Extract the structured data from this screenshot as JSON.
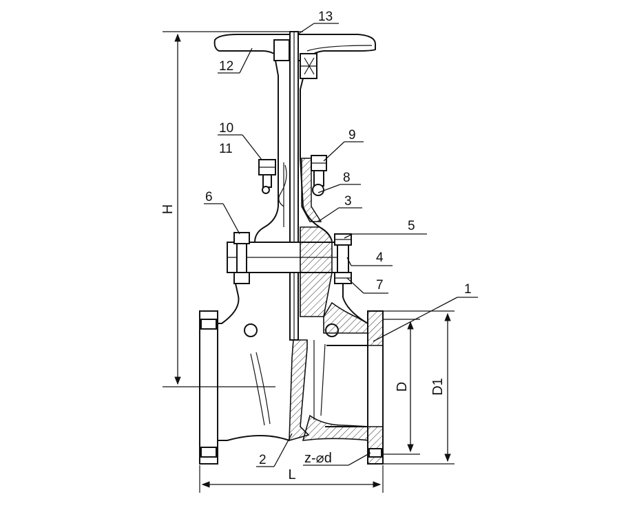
{
  "parts": [
    {
      "id": "p13",
      "label": "13"
    },
    {
      "id": "p12",
      "label": "12"
    },
    {
      "id": "p10",
      "label": "10"
    },
    {
      "id": "p11",
      "label": "11"
    },
    {
      "id": "p9",
      "label": "9"
    },
    {
      "id": "p8",
      "label": "8"
    },
    {
      "id": "p3",
      "label": "3"
    },
    {
      "id": "p6",
      "label": "6"
    },
    {
      "id": "p5",
      "label": "5"
    },
    {
      "id": "p4",
      "label": "4"
    },
    {
      "id": "p7",
      "label": "7"
    },
    {
      "id": "p1",
      "label": "1"
    },
    {
      "id": "p2",
      "label": "2"
    }
  ],
  "dimensions": {
    "height": "H",
    "length": "L",
    "bore": "D",
    "flange_diameter": "D1",
    "bolt_holes": "z-⌀d"
  },
  "colors": {
    "ink": "#111111",
    "background": "#ffffff"
  }
}
